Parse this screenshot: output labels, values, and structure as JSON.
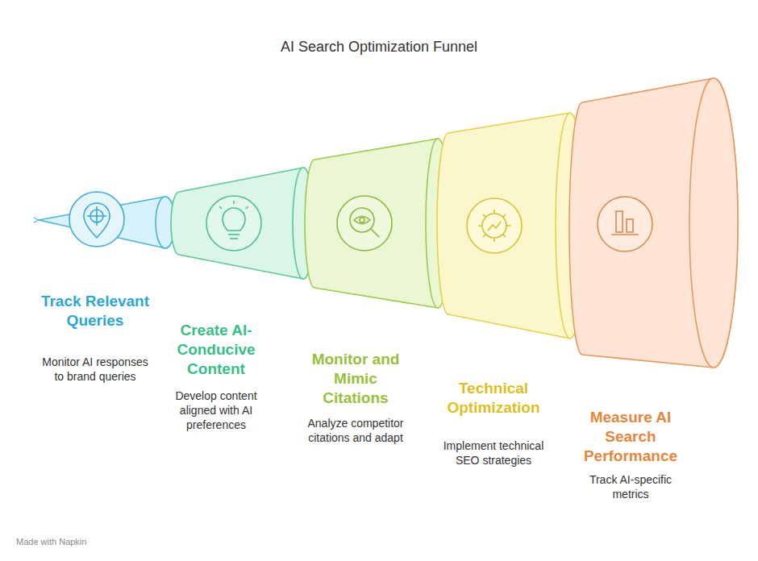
{
  "diagram": {
    "title": "AI Search Optimization Funnel",
    "nodes": [
      {
        "text": [
          "Track Relevant Queries",
          "Monitor AI responses to brand queries"
        ]
      },
      {
        "text": [
          "Create AI-Conducive Content",
          "Develop content aligned with AI preferences"
        ]
      },
      {
        "text": [
          "Monitor and Mimic Citations",
          "Analyze competitor citations and adapt"
        ]
      },
      {
        "text": [
          "Technical Optimization",
          "Implement technical SEO strategies"
        ]
      },
      {
        "text": [
          "Measure AI Search Performance",
          "Track AI-specific metrics"
        ]
      }
    ],
    "labels": [
      "Made with Napkin"
    ]
  }
}
